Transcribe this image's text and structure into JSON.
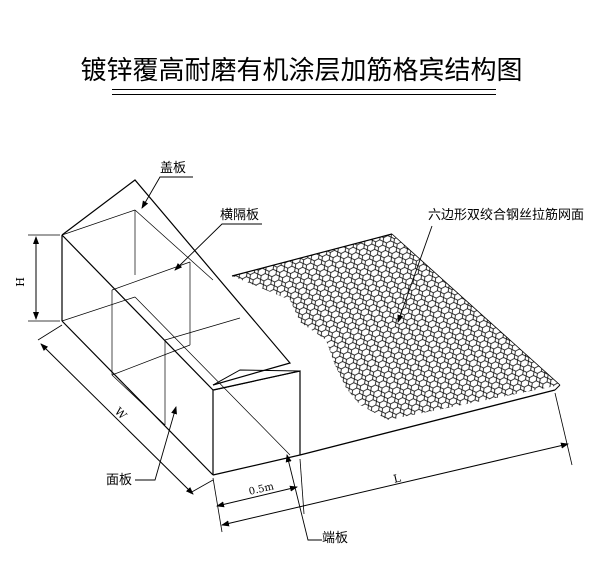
{
  "title": "镀锌覆高耐磨有机涂层加筋格宾结构图",
  "labels": {
    "lid": "盖板",
    "diaphragm": "横隔板",
    "mesh": "六边形双绞合钢丝拉筋网面",
    "height": "H",
    "width": "W",
    "front_panel": "面板",
    "end_panel": "端板",
    "tail_dim": "0.5m",
    "length": "L"
  }
}
